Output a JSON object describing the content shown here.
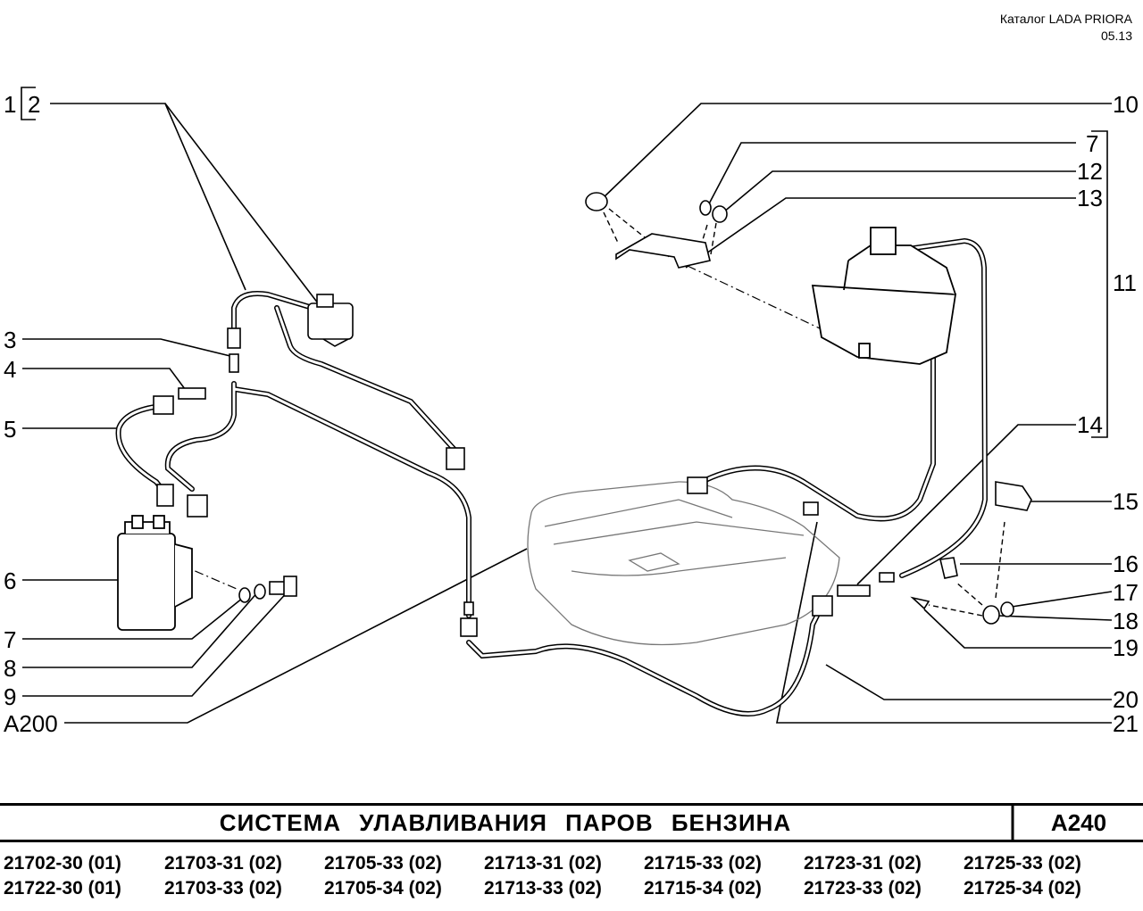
{
  "header": {
    "catalog": "Каталог  LADA  PRIORA",
    "date": "05.13"
  },
  "callouts": [
    {
      "id": "c1",
      "text": "1"
    },
    {
      "id": "c2",
      "text": "2"
    },
    {
      "id": "c3",
      "text": "3"
    },
    {
      "id": "c4",
      "text": "4"
    },
    {
      "id": "c5",
      "text": "5"
    },
    {
      "id": "c6",
      "text": "6"
    },
    {
      "id": "c7a",
      "text": "7"
    },
    {
      "id": "c8",
      "text": "8"
    },
    {
      "id": "c9",
      "text": "9"
    },
    {
      "id": "cA200",
      "text": "A200"
    },
    {
      "id": "c10",
      "text": "10"
    },
    {
      "id": "c7b",
      "text": "7"
    },
    {
      "id": "c12",
      "text": "12"
    },
    {
      "id": "c13",
      "text": "13"
    },
    {
      "id": "c11",
      "text": "11"
    },
    {
      "id": "c14",
      "text": "14"
    },
    {
      "id": "c15",
      "text": "15"
    },
    {
      "id": "c16",
      "text": "16"
    },
    {
      "id": "c17",
      "text": "17"
    },
    {
      "id": "c18",
      "text": "18"
    },
    {
      "id": "c19",
      "text": "19"
    },
    {
      "id": "c20",
      "text": "20"
    },
    {
      "id": "c21",
      "text": "21"
    }
  ],
  "title": "СИСТЕМА  УЛАВЛИВАНИЯ  ПАРОВ  БЕНЗИНА",
  "section_code": "A240",
  "models": [
    [
      "21702-30 (01)",
      "21703-31 (02)",
      "21705-33 (02)",
      "21713-31 (02)",
      "21715-33 (02)",
      "21723-31 (02)",
      "21725-33 (02)"
    ],
    [
      "21722-30 (01)",
      "21703-33 (02)",
      "21705-34 (02)",
      "21713-33 (02)",
      "21715-34 (02)",
      "21723-33 (02)",
      "21725-34 (02)"
    ]
  ]
}
